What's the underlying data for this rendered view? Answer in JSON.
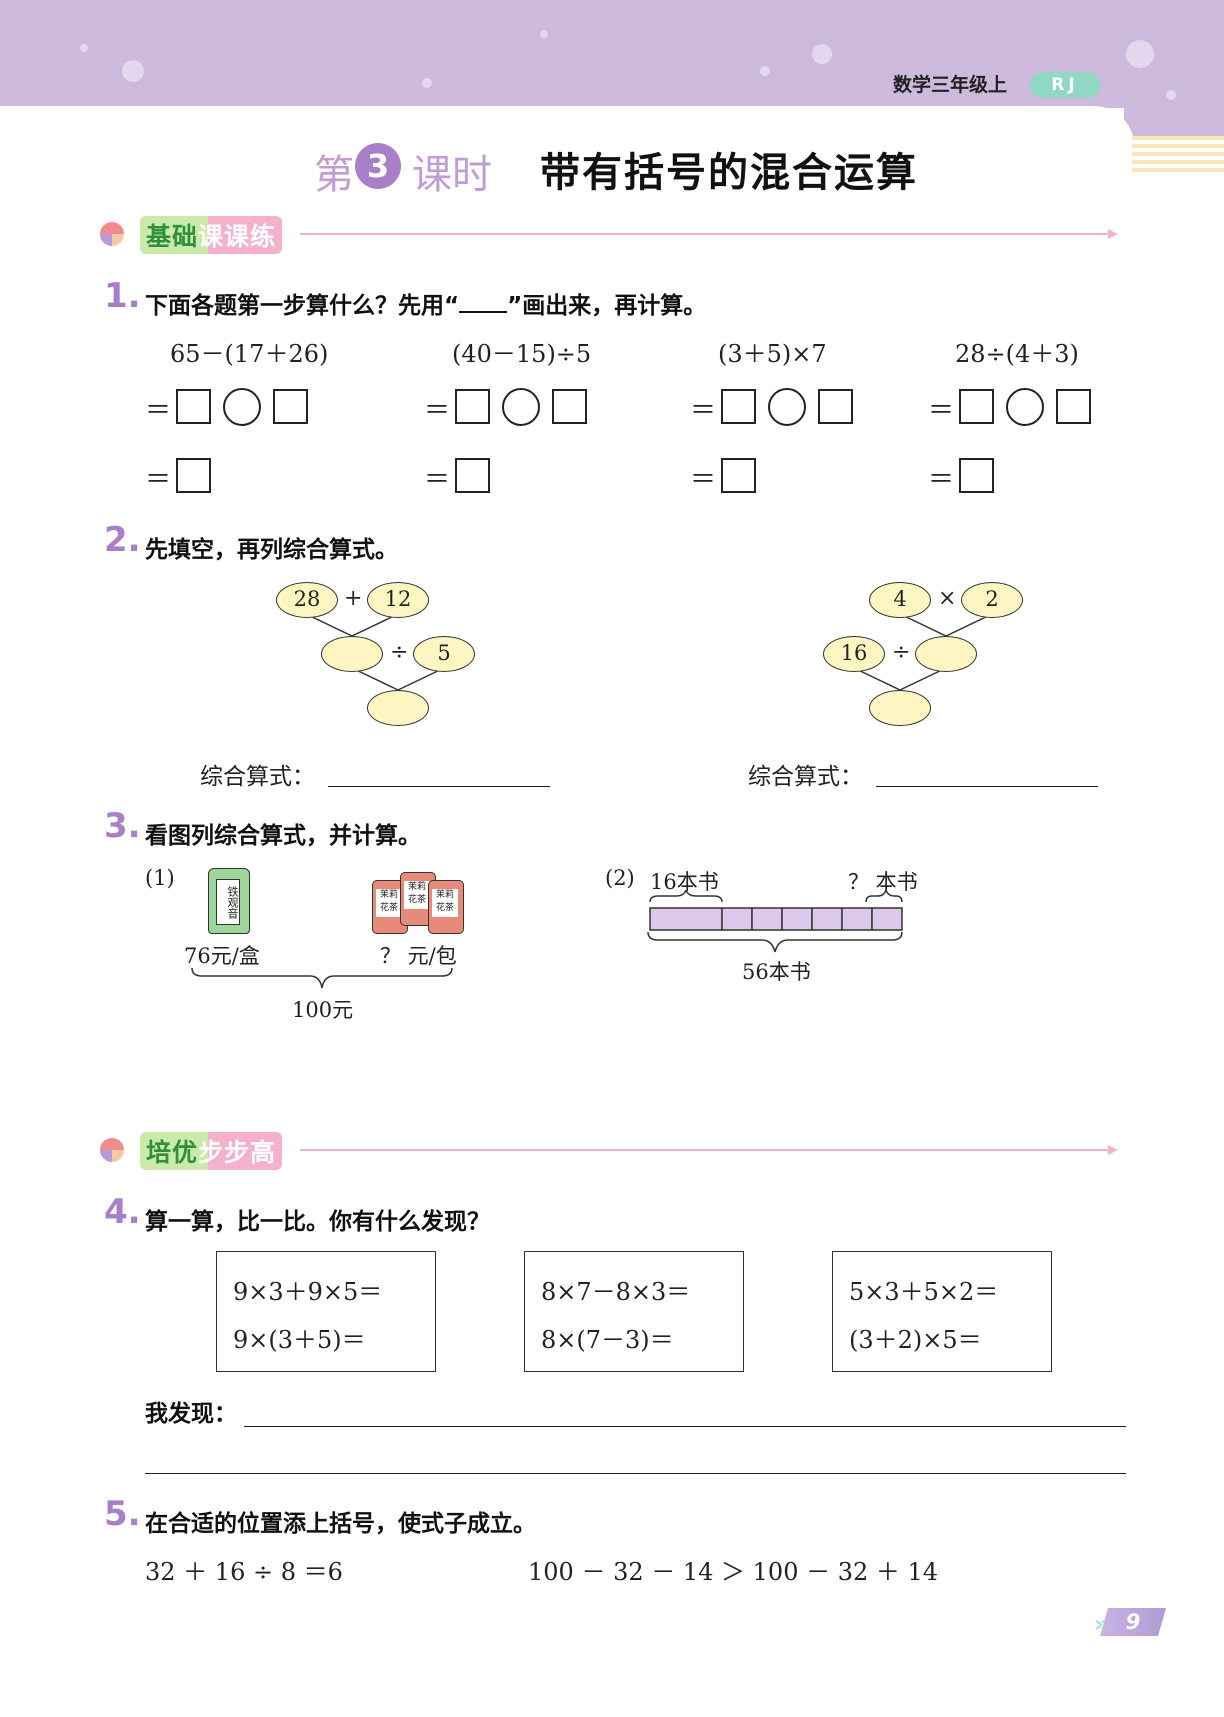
{
  "header": {
    "grade": "数学三年级上",
    "edition": "RJ"
  },
  "title": {
    "prefix": "第",
    "number": "3",
    "suffix": "课时",
    "text": "带有括号的混合运算"
  },
  "section1": {
    "label_a": "基础",
    "label_b": "课课练"
  },
  "section2": {
    "label_a": "培优",
    "label_b": "步步高"
  },
  "colors": {
    "accent_purple": "#a97fca",
    "header_band": "#cdb9dc",
    "oval_fill": "#fdf6c2",
    "bar_fill": "#dcc9ea"
  },
  "q1": {
    "num": "1.",
    "text_a": "下面各题第一步算什么？先用“",
    "text_b": "”画出来，再计算。",
    "exprs": [
      "65－(17＋26)",
      "(40－15)÷5",
      "(3＋5)×7",
      "28÷(4＋3)"
    ],
    "eq_sign": "＝"
  },
  "q2": {
    "num": "2.",
    "text": "先填空，再列综合算式。",
    "left": {
      "a": "28",
      "op1": "+",
      "b": "12",
      "op2": "÷",
      "c": "5"
    },
    "right": {
      "a": "4",
      "op1": "×",
      "b": "2",
      "c": "16",
      "op2": "÷"
    },
    "combined_label": "综合算式："
  },
  "q3": {
    "num": "3.",
    "text": "看图列综合算式，并计算。",
    "p1": {
      "label": "(1)",
      "can_text": "铁观音",
      "bag_text": "茉莉花茶",
      "price_can": "76元/盒",
      "price_bag": "？ 元/包",
      "total": "100元"
    },
    "p2": {
      "label": "(2)",
      "left_label": "16本书",
      "right_label": "？ 本书",
      "total": "56本书",
      "segments": 7
    }
  },
  "q4": {
    "num": "4.",
    "text": "算一算，比一比。你有什么发现？",
    "boxes": [
      {
        "line1": "9×3＋9×5＝",
        "line2": "9×(3＋5)＝"
      },
      {
        "line1": "8×7－8×3＝",
        "line2": "8×(7－3)＝"
      },
      {
        "line1": "5×3＋5×2＝",
        "line2": "(3＋2)×5＝"
      }
    ],
    "discover_label": "我发现："
  },
  "q5": {
    "num": "5.",
    "text": "在合适的位置添上括号，使式子成立。",
    "expr1": "32 ＋ 16 ÷ 8 ＝6",
    "expr2": "100 － 32 － 14 ＞ 100 － 32 ＋ 14"
  },
  "page_number": "9"
}
